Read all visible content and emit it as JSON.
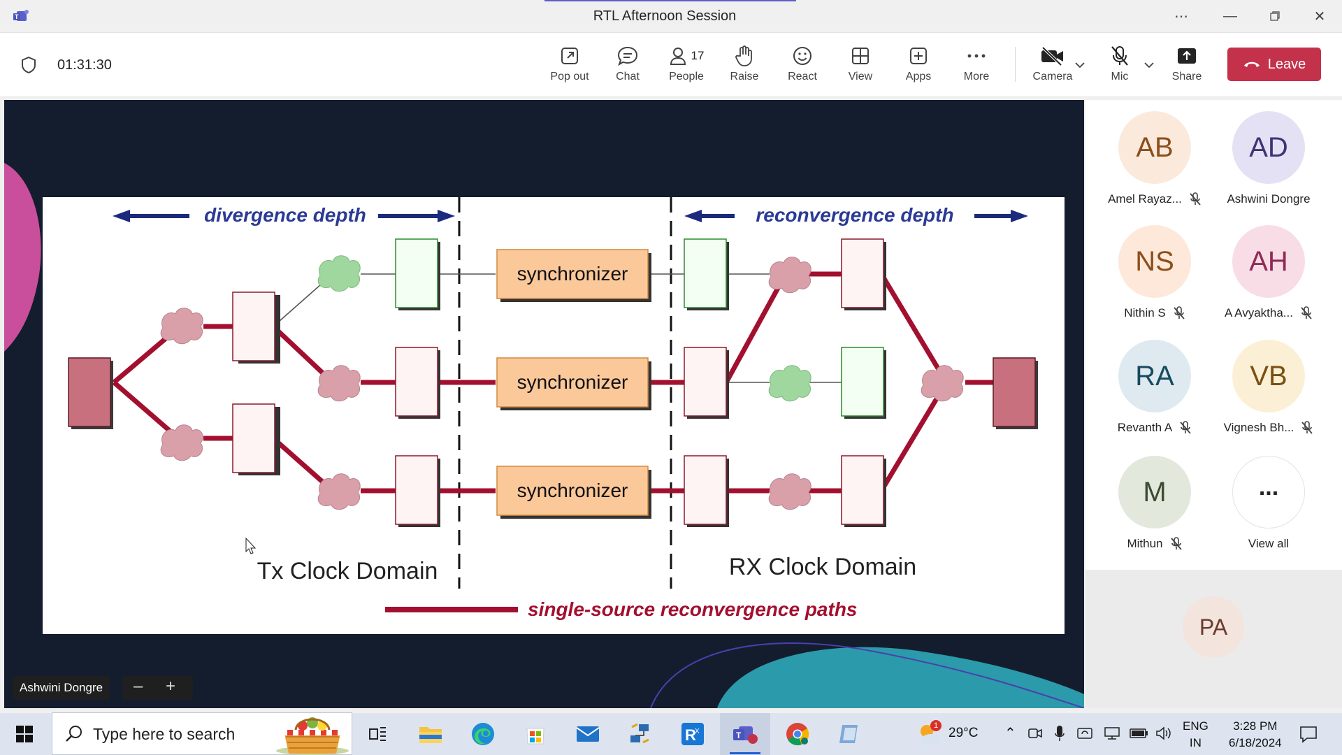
{
  "window": {
    "title": "RTL Afternoon Session"
  },
  "toolbar": {
    "timer": "01:31:30",
    "popout": "Pop out",
    "chat": "Chat",
    "people": "People",
    "people_count": "17",
    "raise": "Raise",
    "react": "React",
    "view": "View",
    "apps": "Apps",
    "more": "More",
    "camera": "Camera",
    "mic": "Mic",
    "share": "Share",
    "leave": "Leave"
  },
  "slide": {
    "divergence": "divergence depth",
    "reconvergence": "reconvergence depth",
    "sync1": "synchronizer",
    "sync2": "synchronizer",
    "sync3": "synchronizer",
    "tx": "Tx Clock Domain",
    "rx": "RX Clock Domain",
    "legend": "single-source reconvergence paths"
  },
  "stage": {
    "presenter": "Ashwini Dongre"
  },
  "participants": [
    {
      "initials": "AB",
      "name": "Amel Rayaz...",
      "bg": "#fbeadc",
      "fg": "#8a4f1c",
      "muted": true
    },
    {
      "initials": "AD",
      "name": "Ashwini Dongre",
      "bg": "#e5e1f5",
      "fg": "#3f3473",
      "muted": false
    },
    {
      "initials": "NS",
      "name": "Nithin S",
      "bg": "#fde8d9",
      "fg": "#8a4f1c",
      "muted": true
    },
    {
      "initials": "AH",
      "name": "A Avyaktha...",
      "bg": "#f8dde7",
      "fg": "#8f2a56",
      "muted": true
    },
    {
      "initials": "RA",
      "name": "Revanth A",
      "bg": "#dfeaf0",
      "fg": "#174a5f",
      "muted": true
    },
    {
      "initials": "VB",
      "name": "Vignesh Bh...",
      "bg": "#fbefd6",
      "fg": "#7a5010",
      "muted": true
    },
    {
      "initials": "M",
      "name": "Mithun",
      "bg": "#e2e8dc",
      "fg": "#3c4a30",
      "muted": true
    }
  ],
  "viewall": {
    "dots": "...",
    "label": "View all"
  },
  "selfview": {
    "initials": "PA"
  },
  "taskbar": {
    "search_placeholder": "Type here to search",
    "temperature": "29°C",
    "weather_badge": "1",
    "lang1": "ENG",
    "lang2": "IN",
    "time": "3:28 PM",
    "date": "6/18/2024"
  }
}
